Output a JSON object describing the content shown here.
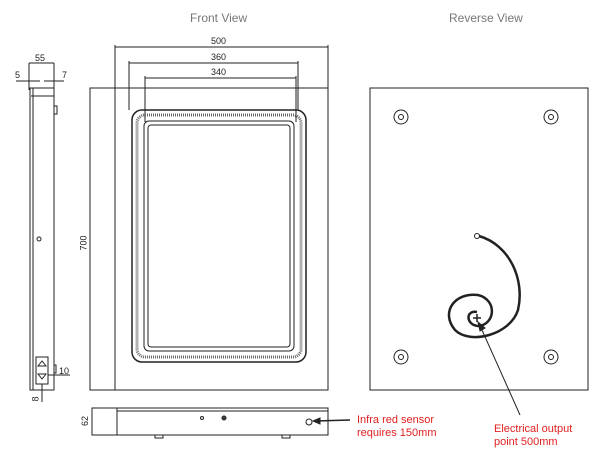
{
  "titles": {
    "front": "Front View",
    "reverse": "Reverse View"
  },
  "dimensions": {
    "width_outer": "500",
    "width_frame": "360",
    "width_inner": "340",
    "height": "700",
    "depth": "55",
    "left_offset": "5",
    "right_offset": "7",
    "sensor_offset": "10",
    "sensor_bottom": "8",
    "bottom_depth": "62"
  },
  "annotations": {
    "sensor": [
      "Infra red sensor",
      "requires 150mm"
    ],
    "electrical": [
      "Electrical output",
      "point 500mm"
    ]
  }
}
